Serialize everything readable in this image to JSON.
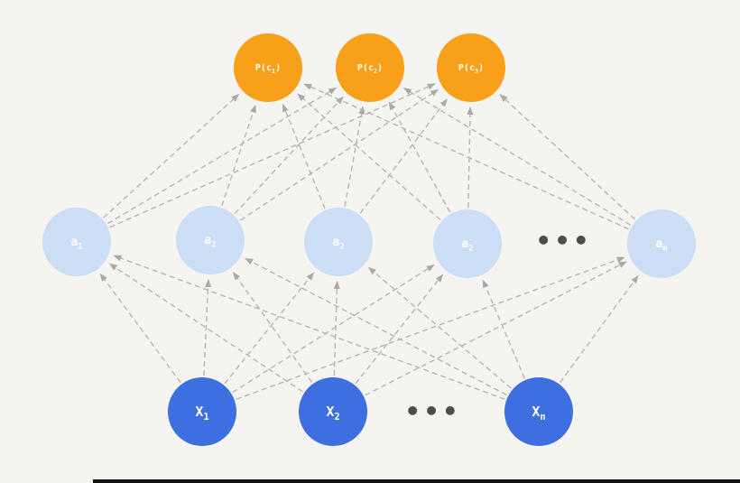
{
  "diagram": {
    "background": "#f5f4f1",
    "edge_color": "#b5b5b5",
    "arrow_color": "#a9a9a9",
    "dots_color": "#4d4d4d",
    "output_layer": {
      "color": "#f9a01b",
      "nodes": [
        {
          "base": "P(c",
          "sub": "1",
          "close": ")"
        },
        {
          "base": "P(c",
          "sub": "2",
          "close": ")"
        },
        {
          "base": "P(c",
          "sub": "3",
          "close": ")"
        }
      ]
    },
    "hidden_layer": {
      "color": "#cbdef6",
      "nodes": [
        {
          "base": "a",
          "sub": "1"
        },
        {
          "base": "a",
          "sub": "2"
        },
        {
          "base": "a",
          "sub": "2"
        },
        {
          "base": "a",
          "sub": "2"
        },
        {
          "base": "a",
          "sub": "m"
        }
      ],
      "ellipsis": "•••"
    },
    "input_layer": {
      "color": "#3d6fe0",
      "nodes": [
        {
          "base": "X",
          "sub": "1"
        },
        {
          "base": "X",
          "sub": "2"
        },
        {
          "base": "X",
          "sub": "n"
        }
      ],
      "ellipsis": "•••"
    }
  }
}
